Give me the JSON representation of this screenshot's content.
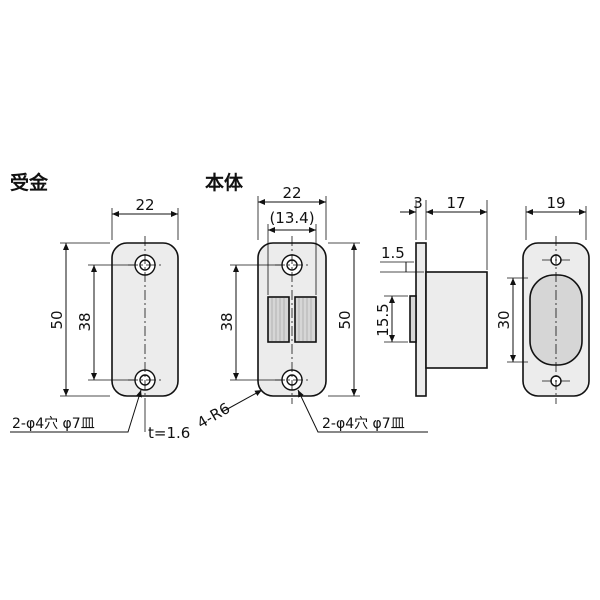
{
  "labels": {
    "receiver_title": "受金",
    "body_title": "本体",
    "receiver_width": "22",
    "receiver_height": "50",
    "receiver_pitch": "38",
    "receiver_holes": "2-φ4穴 φ7皿",
    "receiver_thickness": "t=1.6",
    "body_width": "22",
    "body_inner_width": "(13.4)",
    "body_pitch": "38",
    "body_height": "50",
    "body_radius": "4-R6",
    "body_holes": "2-φ4穴 φ7皿",
    "side_plate": "3",
    "side_depth": "17",
    "side_offset": "1.5",
    "side_boss": "15.5",
    "end_width": "19",
    "end_height": "30"
  }
}
